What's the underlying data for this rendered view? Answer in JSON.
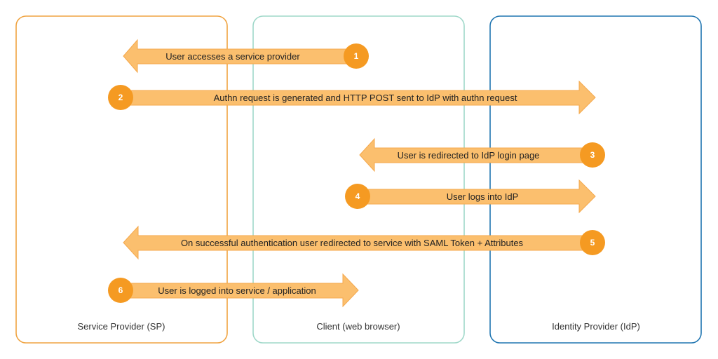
{
  "columns": [
    {
      "label": "Service Provider (SP)",
      "color": "#f0a340"
    },
    {
      "label": "Client (web browser)",
      "color": "#9fd8c9"
    },
    {
      "label": "Identity Provider (IdP)",
      "color": "#1f75b1"
    }
  ],
  "colors": {
    "arrow_fill": "#fbbf6e",
    "arrow_stroke": "#f4a84d",
    "badge_fill": "#f59a22",
    "badge_text": "#ffffff"
  },
  "steps": [
    {
      "number": "1",
      "label": "User accesses a service provider"
    },
    {
      "number": "2",
      "label": "Authn request is generated and HTTP POST sent to IdP with authn request"
    },
    {
      "number": "3",
      "label": "User is redirected to IdP login page"
    },
    {
      "number": "4",
      "label": "User logs into IdP"
    },
    {
      "number": "5",
      "label": "On successful authentication user redirected to service with SAML Token + Attributes"
    },
    {
      "number": "6",
      "label": "User is logged into service / application"
    }
  ]
}
